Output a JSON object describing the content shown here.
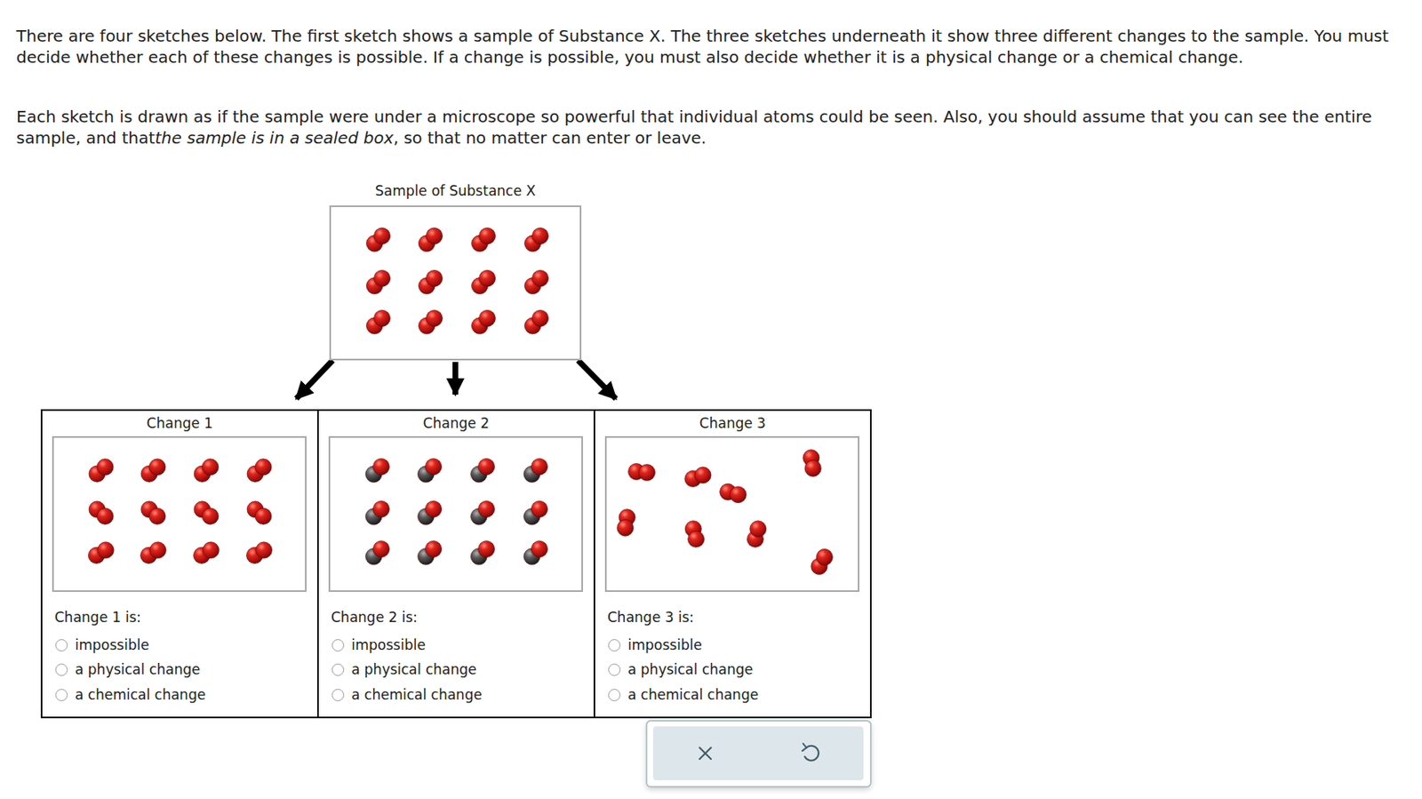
{
  "diagram": {
    "nodes": [
      {
        "text": [
          "Sample of Substance X"
        ]
      },
      {
        "text": [
          "Change 1",
          "Change 1 is:",
          "impossible",
          "a physical change",
          "a chemical change"
        ]
      },
      {
        "text": [
          "Change 2",
          "Change 2 is:",
          "impossible",
          "a physical change",
          "a chemical change"
        ]
      },
      {
        "text": [
          "Change 3",
          "Change 3 is:",
          "impossible",
          "a physical change",
          "a chemical change"
        ]
      }
    ],
    "edges": [
      {
        "from": 0,
        "to": 1,
        "arrow": "to"
      },
      {
        "from": 0,
        "to": 2,
        "arrow": "to"
      },
      {
        "from": 0,
        "to": 3,
        "arrow": "to"
      }
    ],
    "labels": [
      "There are four sketches below. The first sketch shows a sample of Substance X. The three sketches underneath it show three different changes to the sample. You must decide whether each of these changes is possible. If a change is possible, you must also decide whether it is a physical change or a chemical change.",
      "Each sketch is drawn as if the sample were under a microscope so powerful that individual atoms could be seen. Also, you should assume that you can see the entire sample, and that",
      "the sample is in a sealed box",
      ", so that no matter can enter or leave."
    ]
  }
}
